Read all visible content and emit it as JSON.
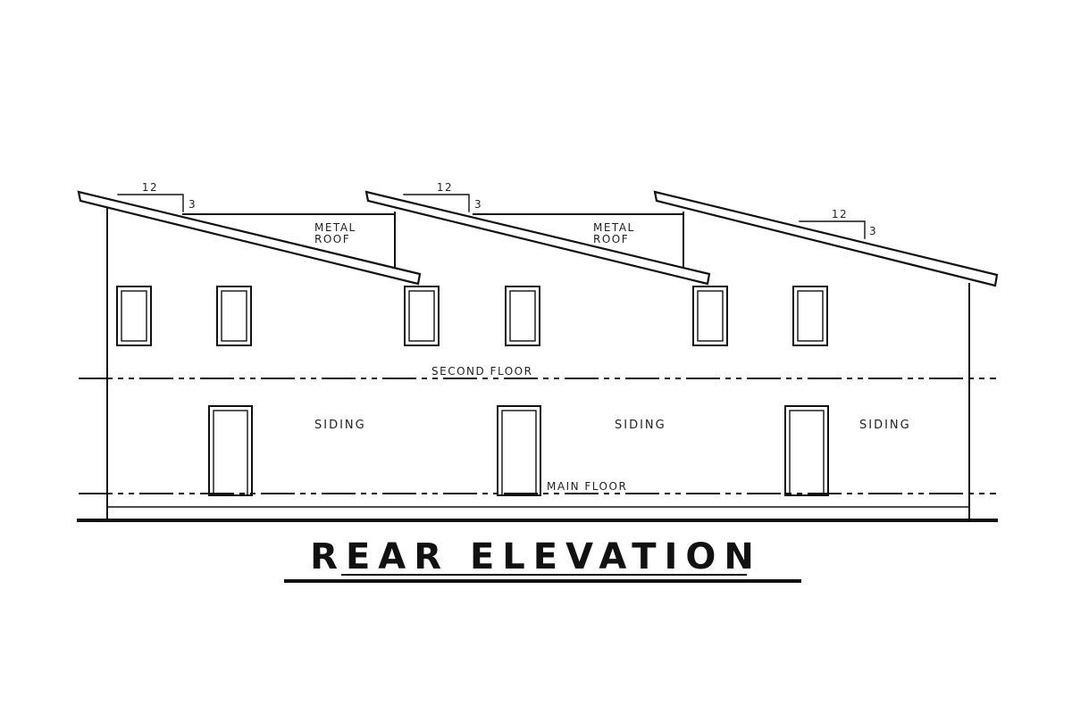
{
  "drawing": {
    "title": "REAR ELEVATION",
    "roof_note": [
      "METAL",
      "ROOF"
    ],
    "roof_note_2": [
      "METAL",
      "ROOF"
    ],
    "pitch_run": "12",
    "pitch_rise": "3",
    "levels": {
      "second_floor": "SECOND FLOOR",
      "main_floor": "MAIN FLOOR"
    },
    "siding_labels": [
      "SIDING",
      "SIDING",
      "SIDING"
    ],
    "counts": {
      "roof_segments": 3,
      "upper_windows": 6,
      "rear_doors": 3
    }
  }
}
